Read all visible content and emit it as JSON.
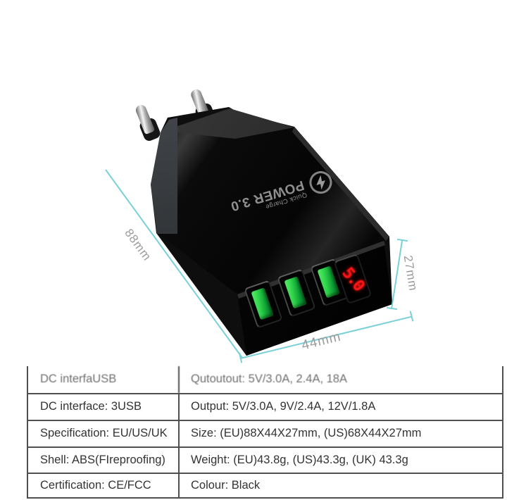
{
  "product": {
    "brand_text": "POWER 3.0",
    "brand_sub": "Quick Charge",
    "display_digits": "5.0",
    "port_count": 3,
    "dimensions": {
      "width": "88mm",
      "depth": "44mm",
      "height": "27mm"
    }
  },
  "colors": {
    "accent-teal": "#7ad0d8",
    "dim-text": "#9c9c9c",
    "usb-green": "#2ed24a",
    "digit-red": "#f21616",
    "body-black": "#0e0e0e",
    "table-border": "#4f4f4f",
    "table-text": "#333333"
  },
  "spec_table": {
    "rows": [
      {
        "left": "DC interfaUSB",
        "right": "Qutoutout: 5V/3.0A, 2.4A, 18A"
      },
      {
        "left": "DC interface: 3USB",
        "right": "Output: 5V/3.0A, 9V/2.4A, 12V/1.8A"
      },
      {
        "left": "Specification: EU/US/UK",
        "right": "Size: (EU)88X44X27mm, (US)68X44X27mm"
      },
      {
        "left": "Shell: ABS(FIreproofing)",
        "right": "Weight: (EU)43.8g, (US)43.3g, (UK) 43.3g"
      },
      {
        "left": "Certification: CE/FCC",
        "right": "Colour: Black"
      }
    ]
  }
}
